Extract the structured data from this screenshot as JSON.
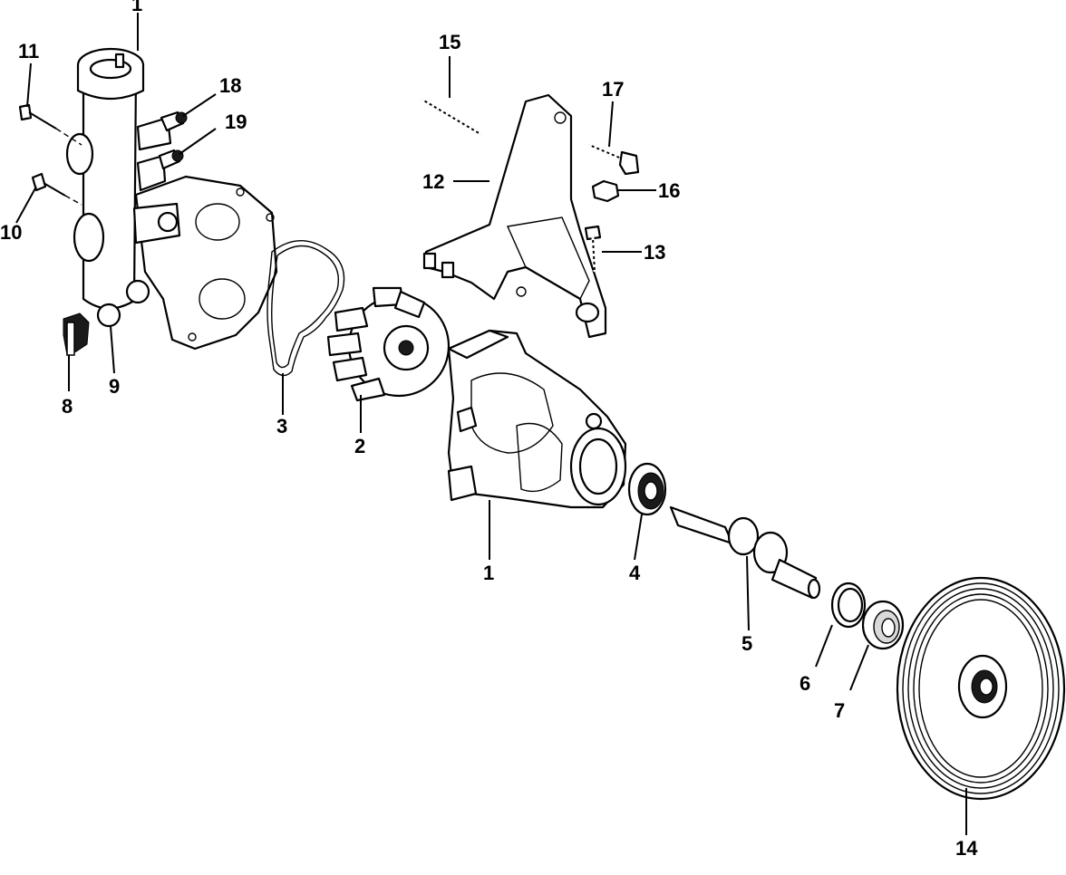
{
  "callouts": {
    "c1_top": "1",
    "c11": "11",
    "c18": "18",
    "c19": "19",
    "c10": "10",
    "c8": "8",
    "c9": "9",
    "c3": "3",
    "c2": "2",
    "c1_bottom": "1",
    "c15": "15",
    "c17": "17",
    "c12": "12",
    "c16": "16",
    "c13": "13",
    "c4": "4",
    "c5": "5",
    "c6": "6",
    "c7": "7",
    "c14": "14"
  }
}
